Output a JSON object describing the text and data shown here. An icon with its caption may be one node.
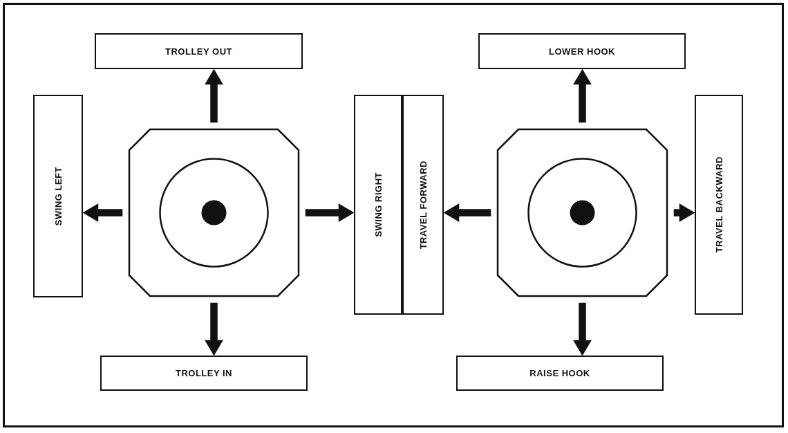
{
  "diagram": {
    "nodes": [
      {
        "text": [
          "TROLLEY OUT"
        ]
      },
      {
        "text": [
          "LOWER HOOK"
        ]
      },
      {
        "text": [
          "SWING LEFT"
        ]
      },
      {
        "text": [],
        "shape": "octagon"
      },
      {
        "text": [
          "SWING RIGHT"
        ]
      },
      {
        "text": [
          "TRAVEL FORWARD"
        ]
      },
      {
        "text": [],
        "shape": "octagon"
      },
      {
        "text": [
          "TRAVEL BACKWARD"
        ]
      },
      {
        "text": [
          "TROLLEY IN"
        ]
      },
      {
        "text": [
          "RAISE HOOK"
        ]
      }
    ],
    "edges": [
      {
        "from": 3,
        "to": 0,
        "arrow": "to"
      },
      {
        "from": 3,
        "to": 2,
        "arrow": "to"
      },
      {
        "from": 3,
        "to": 4,
        "arrow": "to"
      },
      {
        "from": 3,
        "to": 8,
        "arrow": "to"
      },
      {
        "from": 6,
        "to": 1,
        "arrow": "to"
      },
      {
        "from": 6,
        "to": 5,
        "arrow": "to"
      },
      {
        "from": 6,
        "to": 7,
        "arrow": "to"
      },
      {
        "from": 6,
        "to": 9,
        "arrow": "to"
      }
    ]
  }
}
